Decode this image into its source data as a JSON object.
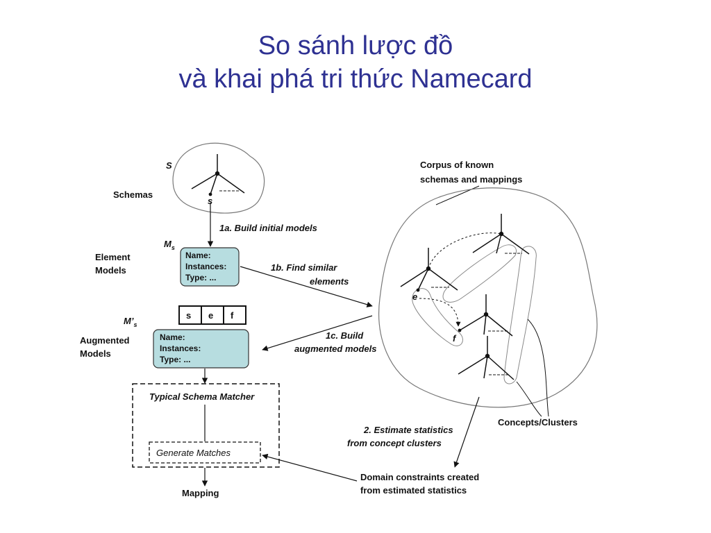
{
  "title": {
    "line1": "So sánh lược đồ",
    "line2": "và khai phá tri thức Namecard"
  },
  "diagram": {
    "label_S": "S",
    "label_s": "s",
    "label_schemas": "Schemas",
    "label_Ms": "M",
    "label_Ms_sub": "s",
    "label_Mps": "M’",
    "label_Mps_sub": "s",
    "element_models": [
      "Element",
      "Models"
    ],
    "augmented_models": [
      "Augmented",
      "Models"
    ],
    "element_box": [
      "Name:",
      "Instances:",
      "Type:  ..."
    ],
    "augmented_box": [
      "Name:",
      "Instances:",
      "Type:  ..."
    ],
    "sef_cells": [
      "s",
      "e",
      "f"
    ],
    "step_1a": "1a. Build initial models",
    "step_1b": [
      "1b. Find similar",
      "elements"
    ],
    "step_1c": [
      "1c. Build",
      "augmented models"
    ],
    "step_2": [
      "2. Estimate statistics",
      "from concept clusters"
    ],
    "corpus": [
      "Corpus of known",
      "schemas and mappings"
    ],
    "concepts_clusters": "Concepts/Clusters",
    "typical_matcher": "Typical Schema Matcher",
    "generate_matches": "Generate Matches",
    "mapping": "Mapping",
    "domain_constraints": [
      "Domain constraints created",
      "from estimated statistics"
    ],
    "label_e": "e",
    "label_f": "f",
    "colors": {
      "title": "#2e3192",
      "model_box_fill": "#b7dde0",
      "line": "#111111"
    }
  }
}
